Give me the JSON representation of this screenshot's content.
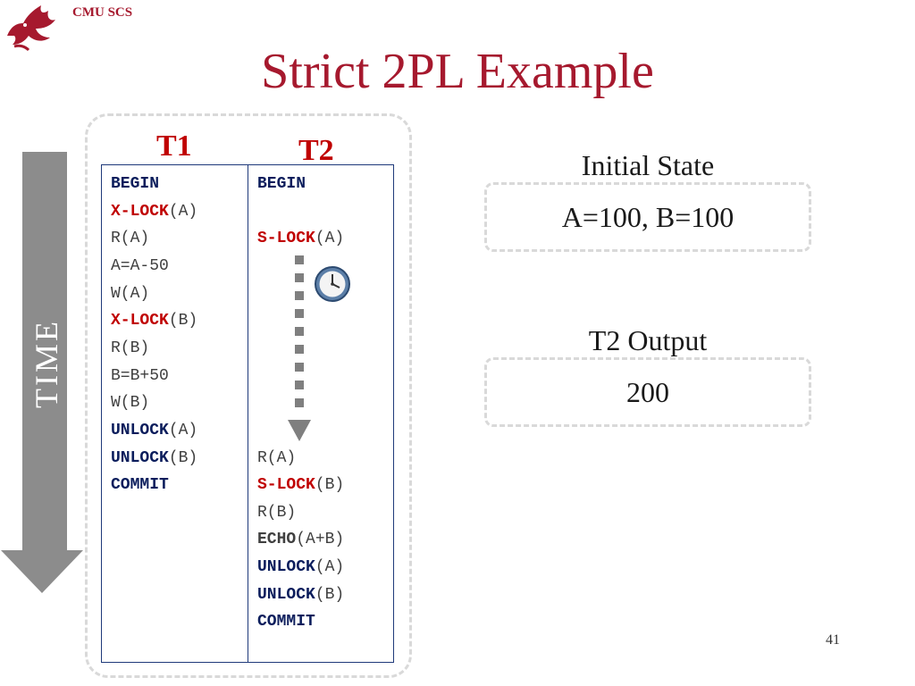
{
  "header": {
    "org": "CMU SCS"
  },
  "slide": {
    "title": "Strict 2PL Example",
    "page_number": "41"
  },
  "timeline": {
    "label": "TIME"
  },
  "transactions": {
    "t1": {
      "name": "T1",
      "lines": [
        {
          "row": 0,
          "parts": [
            {
              "text": "BEGIN",
              "style": "kw"
            }
          ]
        },
        {
          "row": 1,
          "parts": [
            {
              "text": "X-LOCK",
              "style": "lock"
            },
            {
              "text": "(A)",
              "style": "plain"
            }
          ]
        },
        {
          "row": 2,
          "parts": [
            {
              "text": "R(A)",
              "style": "plain"
            }
          ]
        },
        {
          "row": 3,
          "parts": [
            {
              "text": "A=A-50",
              "style": "plain"
            }
          ]
        },
        {
          "row": 4,
          "parts": [
            {
              "text": "W(A)",
              "style": "plain"
            }
          ]
        },
        {
          "row": 5,
          "parts": [
            {
              "text": "X-LOCK",
              "style": "lock"
            },
            {
              "text": "(B)",
              "style": "plain"
            }
          ]
        },
        {
          "row": 6,
          "parts": [
            {
              "text": "R(B)",
              "style": "plain"
            }
          ]
        },
        {
          "row": 7,
          "parts": [
            {
              "text": "B=B+50",
              "style": "plain"
            }
          ]
        },
        {
          "row": 8,
          "parts": [
            {
              "text": "W(B)",
              "style": "plain"
            }
          ]
        },
        {
          "row": 9,
          "parts": [
            {
              "text": "UNLOCK",
              "style": "kw"
            },
            {
              "text": "(A)",
              "style": "plain"
            }
          ]
        },
        {
          "row": 10,
          "parts": [
            {
              "text": "UNLOCK",
              "style": "kw"
            },
            {
              "text": "(B)",
              "style": "plain"
            }
          ]
        },
        {
          "row": 11,
          "parts": [
            {
              "text": "COMMIT",
              "style": "kw"
            }
          ]
        }
      ]
    },
    "t2": {
      "name": "T2",
      "lines": [
        {
          "row": 0,
          "parts": [
            {
              "text": "BEGIN",
              "style": "kw"
            }
          ]
        },
        {
          "row": 2,
          "parts": [
            {
              "text": "S-LOCK",
              "style": "lock"
            },
            {
              "text": "(A)",
              "style": "plain"
            }
          ]
        },
        {
          "row": 10,
          "parts": [
            {
              "text": "R(A)",
              "style": "plain"
            }
          ]
        },
        {
          "row": 11,
          "parts": [
            {
              "text": "S-LOCK",
              "style": "lock"
            },
            {
              "text": "(B)",
              "style": "plain"
            }
          ]
        },
        {
          "row": 12,
          "parts": [
            {
              "text": "R(B)",
              "style": "plain"
            }
          ]
        },
        {
          "row": 13,
          "parts": [
            {
              "text": "ECHO",
              "style": "echo"
            },
            {
              "text": "(A+B)",
              "style": "plain"
            }
          ]
        },
        {
          "row": 14,
          "parts": [
            {
              "text": "UNLOCK",
              "style": "kw"
            },
            {
              "text": "(A)",
              "style": "plain"
            }
          ]
        },
        {
          "row": 15,
          "parts": [
            {
              "text": "UNLOCK",
              "style": "kw"
            },
            {
              "text": "(B)",
              "style": "plain"
            }
          ]
        },
        {
          "row": 16,
          "parts": [
            {
              "text": "COMMIT",
              "style": "kw"
            }
          ]
        }
      ]
    }
  },
  "initial_state": {
    "label": "Initial State",
    "value": "A=100, B=100"
  },
  "t2_output": {
    "label": "T2 Output",
    "value": "200"
  },
  "icons": {
    "logo": "dragon-logo-icon",
    "wait": "clock-icon"
  },
  "colors": {
    "accent": "#a6192e",
    "lock_keyword": "#c00000",
    "keyword": "#0b1d5c",
    "code_text": "#404040",
    "time_arrow": "#8c8c8c",
    "dashed_frame": "#d9d9d9"
  }
}
